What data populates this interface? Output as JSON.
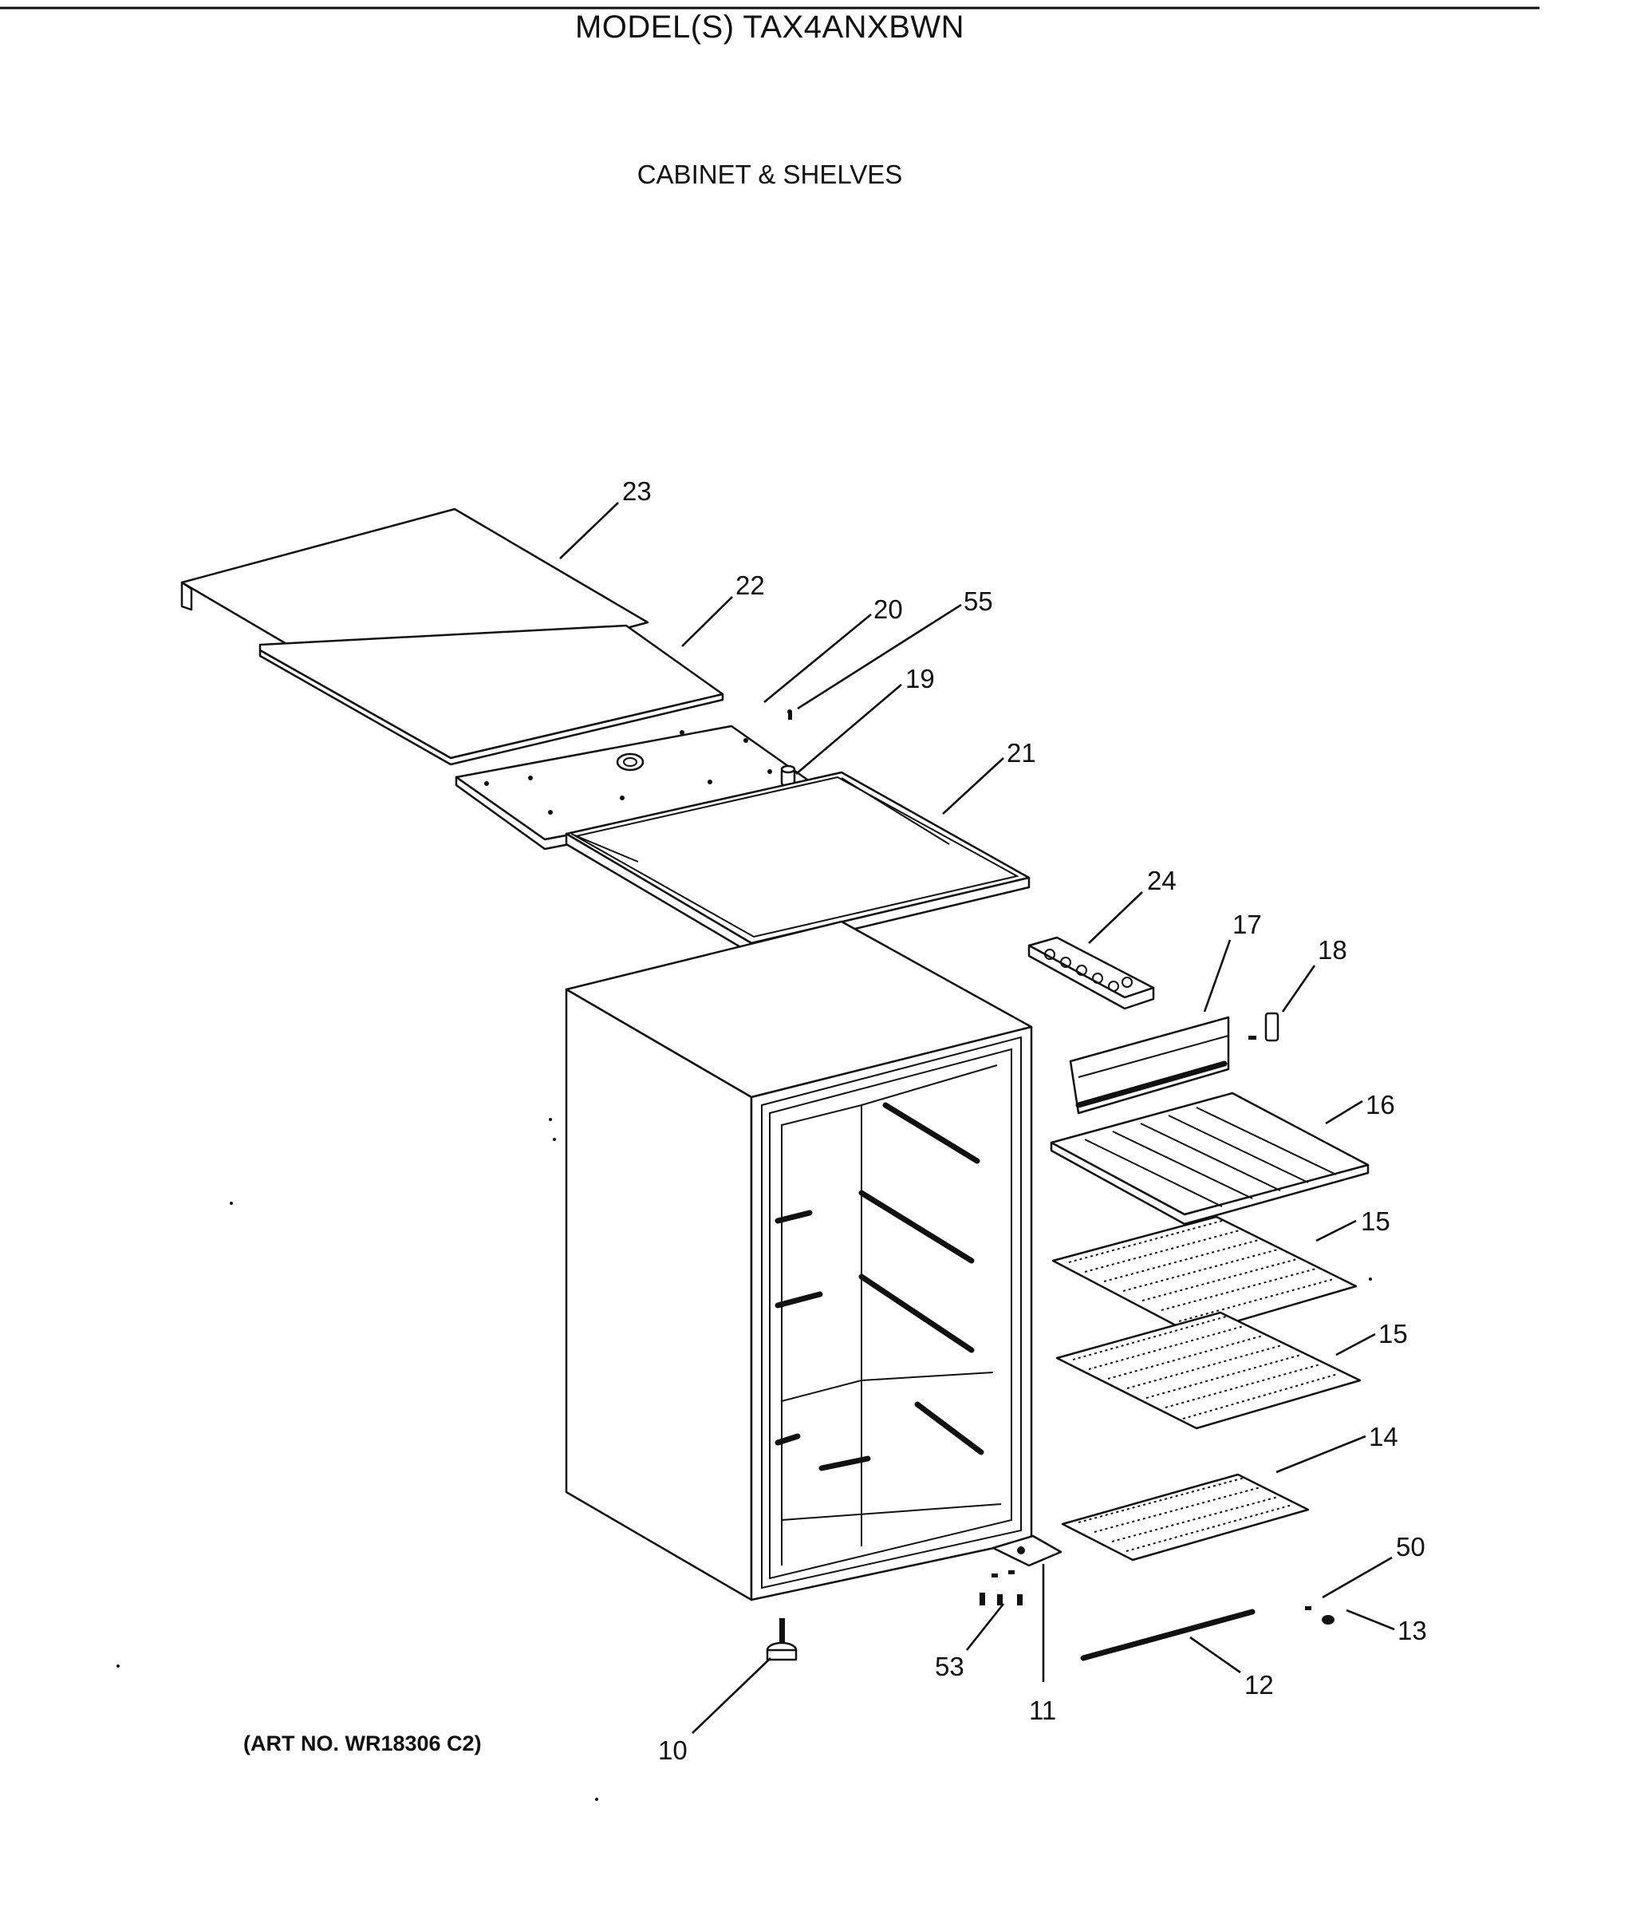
{
  "header": {
    "model_title": "MODEL(S) TAX4ANXBWN",
    "section_title": "CABINET & SHELVES"
  },
  "footer": {
    "art_number": "(ART NO. WR18306 C2)"
  },
  "callouts": [
    {
      "part": "top-cover",
      "label": "23"
    },
    {
      "part": "top-insulation-board",
      "label": "22"
    },
    {
      "part": "top-screw",
      "label": "20"
    },
    {
      "part": "top-clip",
      "label": "55"
    },
    {
      "part": "thermostat-knob",
      "label": "19"
    },
    {
      "part": "top-frame",
      "label": "21"
    },
    {
      "part": "ice-tray",
      "label": "24"
    },
    {
      "part": "shelf-front-rail",
      "label": "17"
    },
    {
      "part": "rail-bracket",
      "label": "18"
    },
    {
      "part": "freezer-shelf",
      "label": "16"
    },
    {
      "part": "wire-shelf-upper",
      "label": "15"
    },
    {
      "part": "wire-shelf-lower",
      "label": "15"
    },
    {
      "part": "bottom-shelf",
      "label": "14"
    },
    {
      "part": "small-screw",
      "label": "50"
    },
    {
      "part": "cap-plug",
      "label": "13"
    },
    {
      "part": "toe-strip",
      "label": "12"
    },
    {
      "part": "hinge",
      "label": "11"
    },
    {
      "part": "hinge-screws",
      "label": "53"
    },
    {
      "part": "leveling-leg",
      "label": "10"
    }
  ]
}
